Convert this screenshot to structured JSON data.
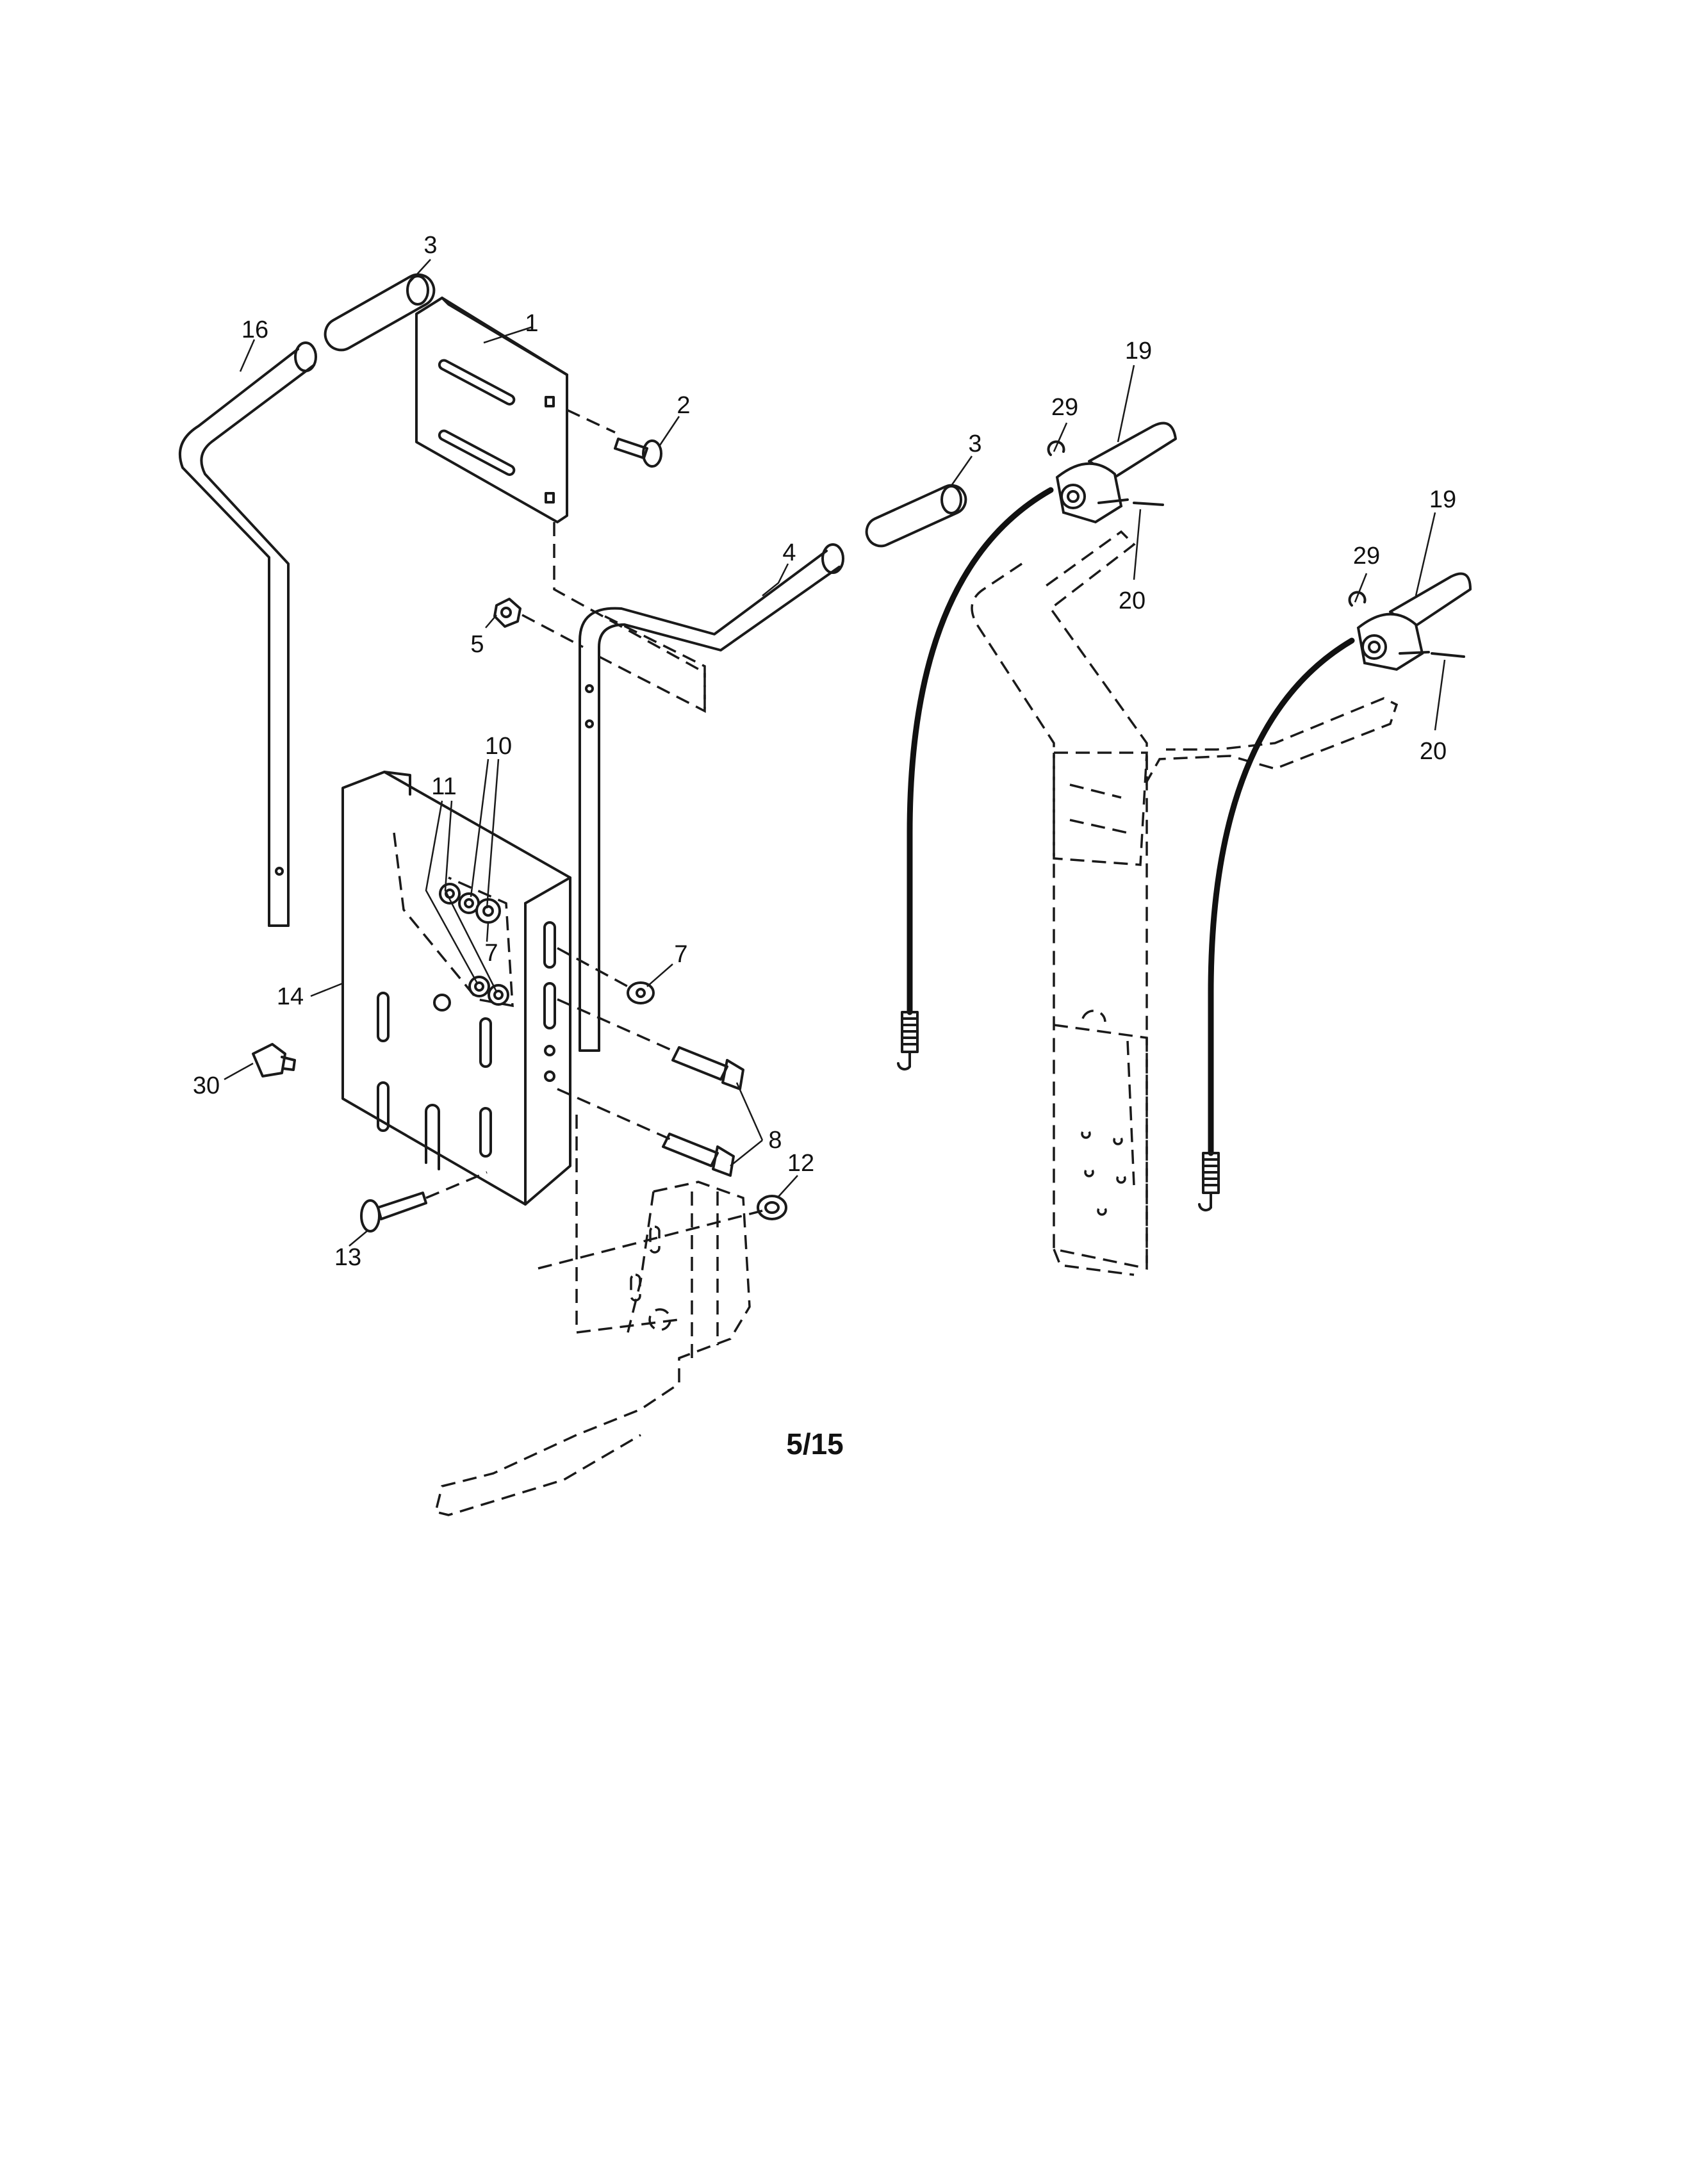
{
  "callouts": {
    "c1": "1",
    "c2": "2",
    "c3a": "3",
    "c3b": "3",
    "c4": "4",
    "c5": "5",
    "c7a": "7",
    "c7b": "7",
    "c8": "8",
    "c10": "10",
    "c11": "11",
    "c12": "12",
    "c13": "13",
    "c14": "14",
    "c16": "16",
    "c19a": "19",
    "c19b": "19",
    "c20a": "20",
    "c20b": "20",
    "c29a": "29",
    "c29b": "29",
    "c30": "30"
  },
  "page_number": "5/15"
}
